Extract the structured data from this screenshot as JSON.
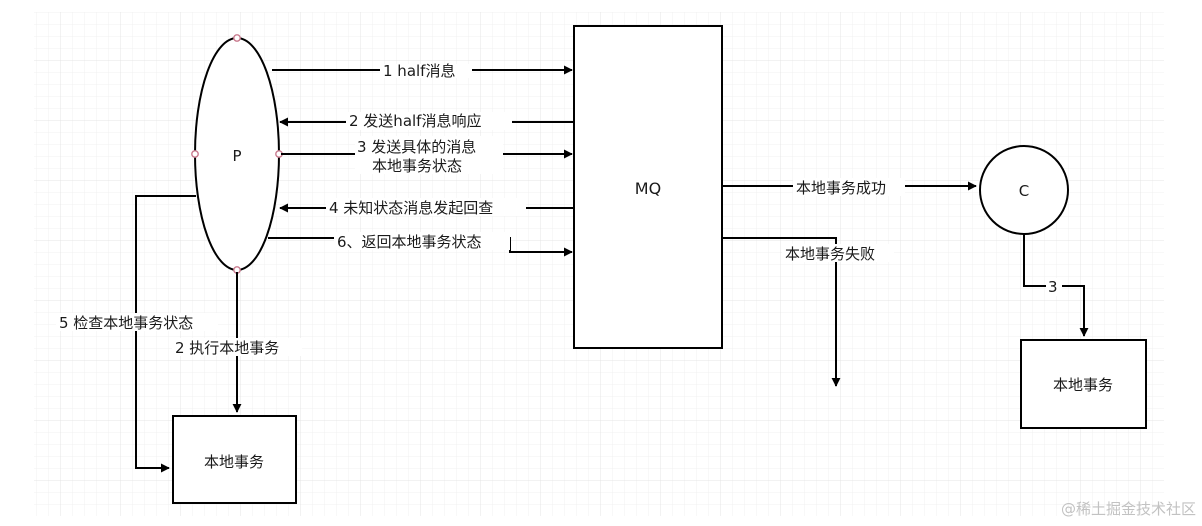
{
  "nodes": {
    "producer": "P",
    "mq": "MQ",
    "consumer": "C",
    "local_tx_producer": "本地事务",
    "local_tx_consumer": "本地事务"
  },
  "edges": {
    "e1": "1 half消息",
    "e2": "2 发送half消息响应",
    "e3_line1": "3 发送具体的消息",
    "e3_line2": "本地事务状态",
    "e4": "4 未知状态消息发起回查",
    "e6": "6、返回本地事务状态",
    "e5": "5 检查本地事务状态",
    "e2b": "2 执行本地事务",
    "mq_success": "本地事务成功",
    "mq_fail": "本地事务失败",
    "c3": "3"
  },
  "watermark": "@稀土掘金技术社区",
  "colors": {
    "line": "#000000",
    "grid": "#ececec",
    "handle": "#c97a8e"
  }
}
